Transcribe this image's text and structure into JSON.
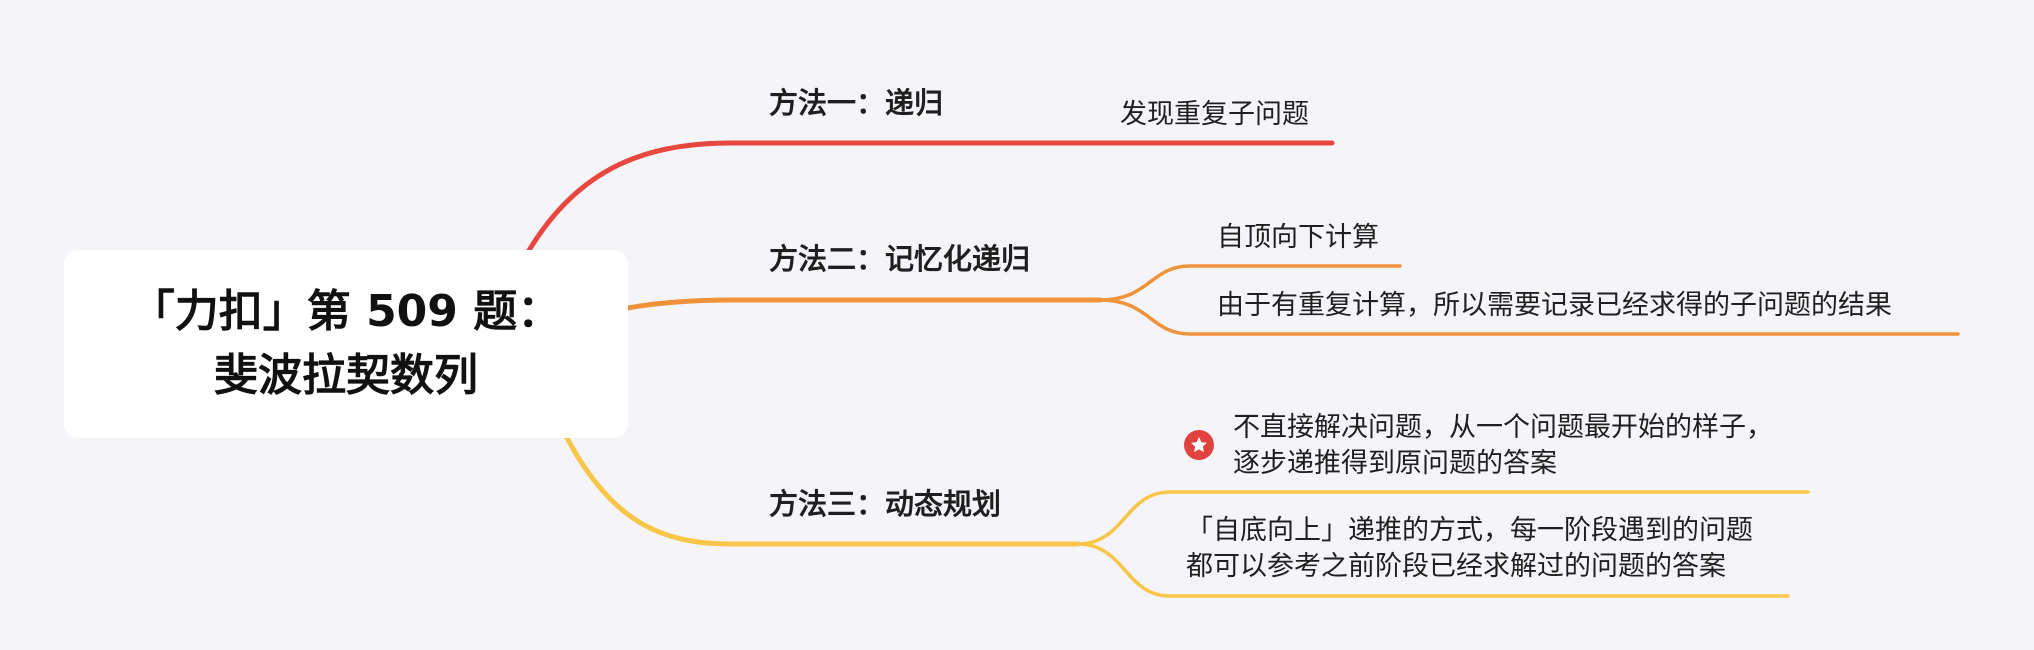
{
  "root": {
    "line1": "「力扣」第 509 题：",
    "line2": "斐波拉契数列"
  },
  "branches": [
    {
      "title": "方法一：递归",
      "color": "#e8473f",
      "leaves": [
        {
          "text": "发现重复子问题"
        }
      ]
    },
    {
      "title": "方法二：记忆化递归",
      "color": "#f0923a",
      "leaves": [
        {
          "text": "自顶向下计算"
        },
        {
          "text": "由于有重复计算，所以需要记录已经求得的子问题的结果"
        }
      ]
    },
    {
      "title": "方法三：动态规划",
      "color": "#f7c548",
      "leaves": [
        {
          "line1": "不直接解决问题，从一个问题最开始的样子，",
          "line2": "逐步递推得到原问题的答案",
          "icon": "star-icon"
        },
        {
          "line1": "「自底向上」递推的方式，每一阶段遇到的问题",
          "line2": "都可以参考之前阶段已经求解过的问题的答案"
        }
      ]
    }
  ]
}
